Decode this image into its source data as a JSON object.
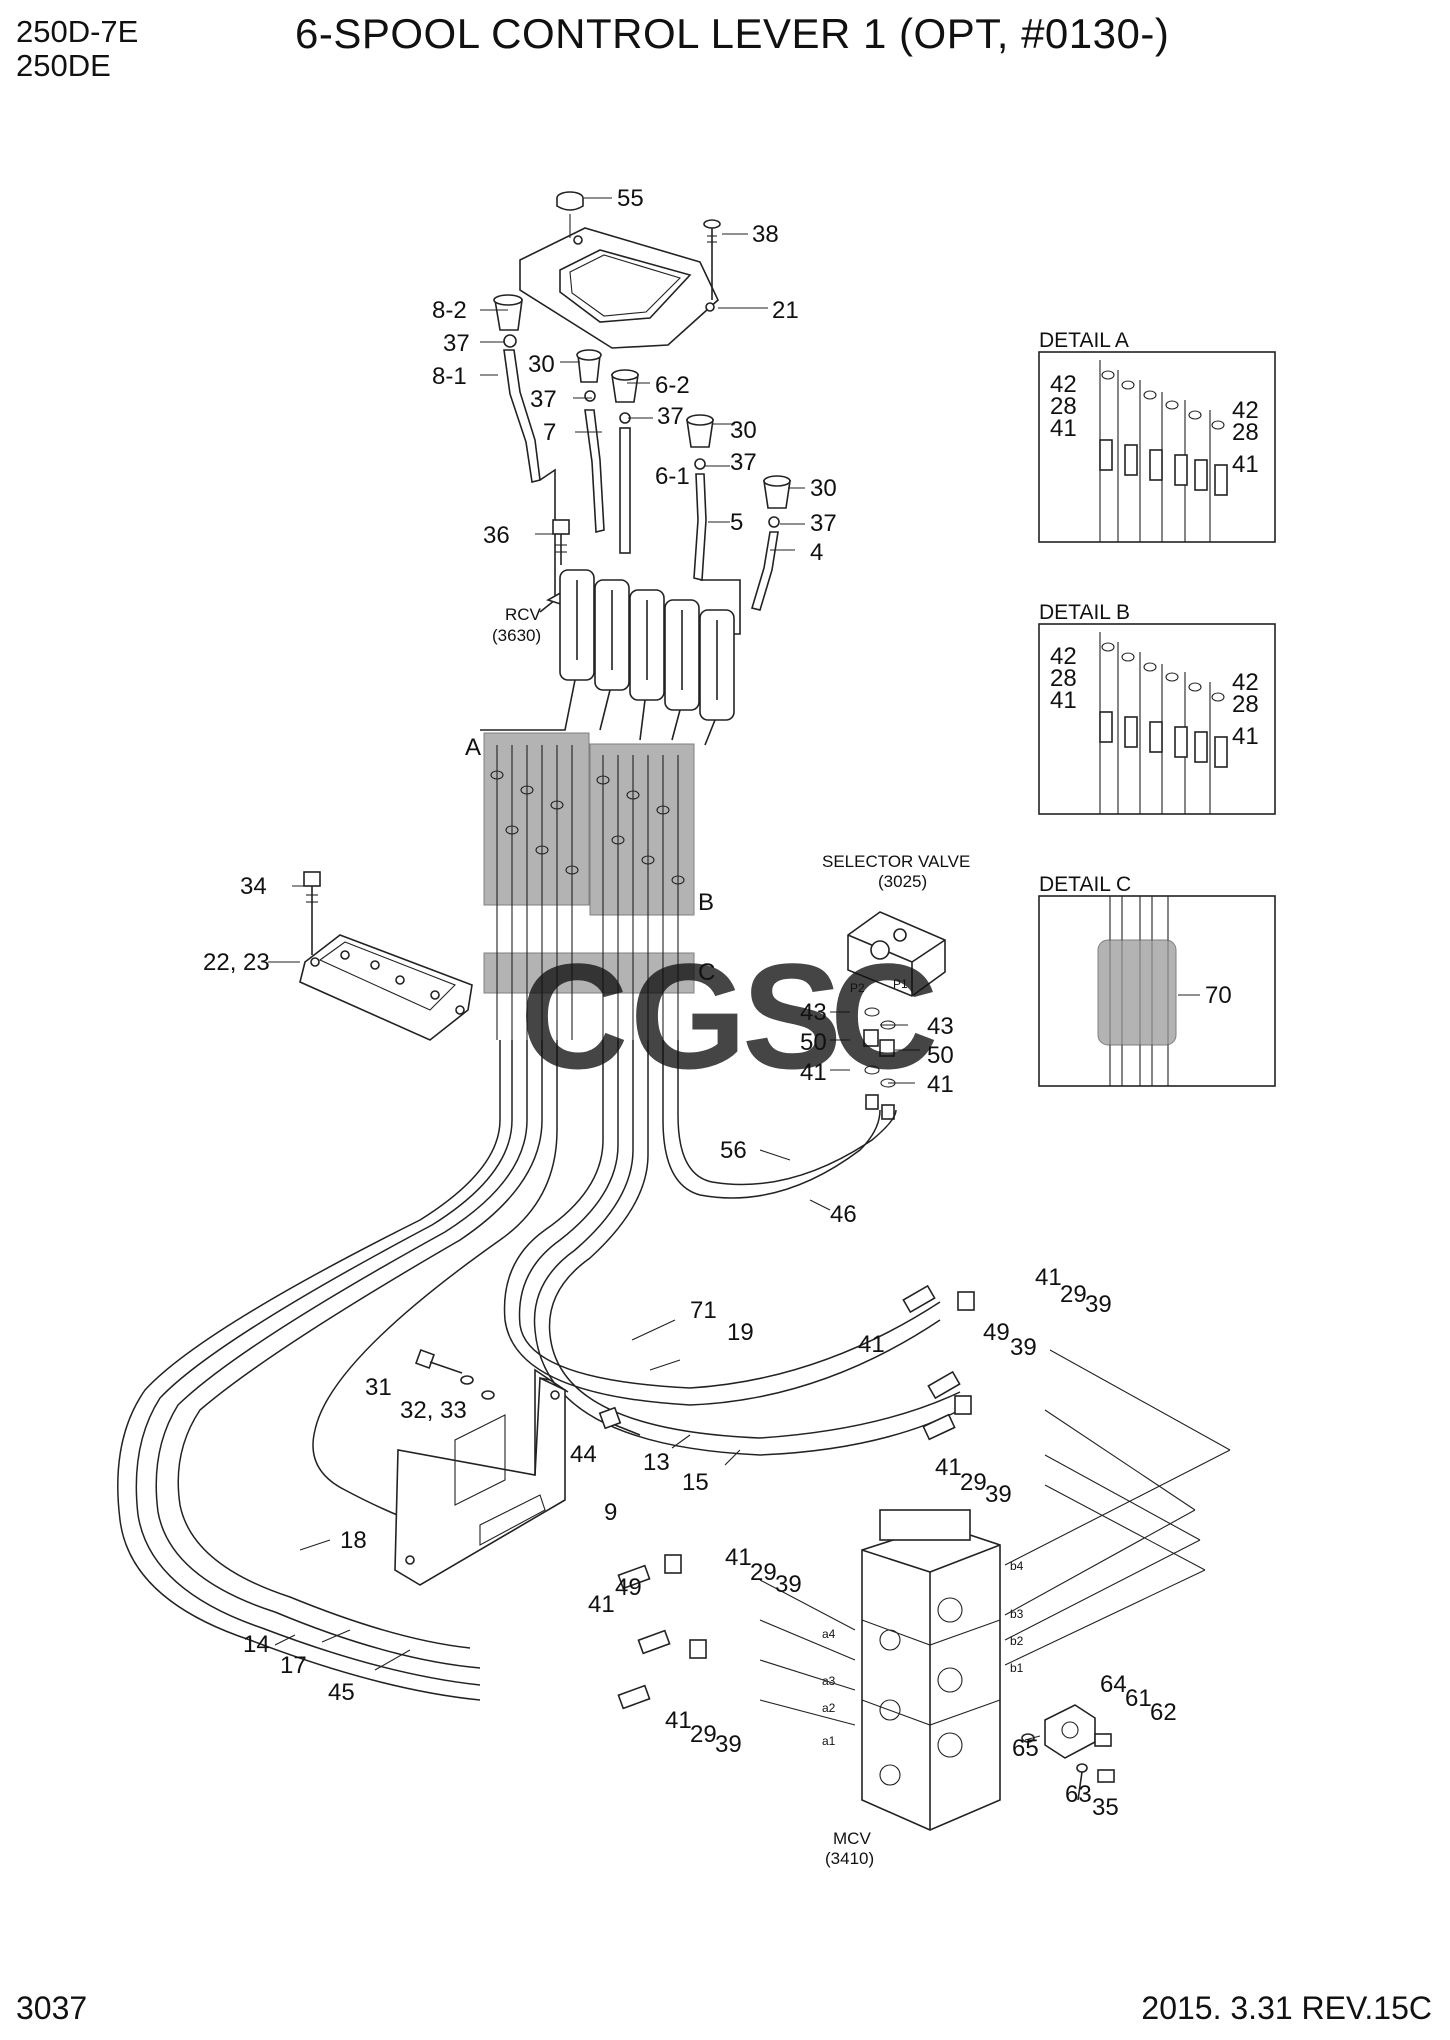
{
  "header": {
    "model_line_1": "250D-7E",
    "model_line_2": "250DE",
    "title": "6-SPOOL CONTROL LEVER 1 (OPT, #0130-)"
  },
  "footer": {
    "page_number": "3037",
    "date_revision": "2015. 3.31  REV.15C"
  },
  "components": {
    "rcv": {
      "name": "RCV",
      "code": "(3630)"
    },
    "selector_valve": {
      "name": "SELECTOR VALVE",
      "code": "(3025)"
    },
    "mcv": {
      "name": "MCV",
      "code": "(3410)"
    }
  },
  "details": {
    "a": {
      "title": "DETAIL A"
    },
    "b": {
      "title": "DETAIL B"
    },
    "c": {
      "title": "DETAIL C"
    }
  },
  "zone_markers": {
    "a": "A",
    "b": "B",
    "c": "C"
  },
  "port_labels": [
    "P2",
    "P1",
    "a1",
    "a2",
    "a3",
    "a4",
    "b1",
    "b2",
    "b3",
    "b4"
  ],
  "callouts": {
    "c55": "55",
    "c38": "38",
    "c21": "21",
    "c8_2": "8-2",
    "c37a": "37",
    "c8_1": "8-1",
    "c30a": "30",
    "c6_2": "6-2",
    "c37b": "37",
    "c7": "7",
    "c37c": "37",
    "c30b": "30",
    "c37d": "37",
    "c6_1": "6-1",
    "c30c": "30",
    "c5": "5",
    "c37e": "37",
    "c4": "4",
    "c36": "36",
    "c34": "34",
    "c22_23": "22, 23",
    "c43a": "43",
    "c43b": "43",
    "c50a": "50",
    "c50b": "50",
    "c41a": "41",
    "c41b": "41",
    "c56": "56",
    "c46": "46",
    "c41c": "41",
    "c29a": "29",
    "c39a": "39",
    "c49a": "49",
    "c39b": "39",
    "c41d": "41",
    "c71": "71",
    "c19": "19",
    "c13": "13",
    "c15": "15",
    "c41e": "41",
    "c29b": "29",
    "c39c": "39",
    "c31": "31",
    "c32_33": "32, 33",
    "c44": "44",
    "c9": "9",
    "c18": "18",
    "c14": "14",
    "c17": "17",
    "c45": "45",
    "c41f": "41",
    "c29c": "29",
    "c39d": "39",
    "c41g": "41",
    "c49b": "49",
    "c41h": "41",
    "c29d": "29",
    "c39e": "39",
    "c64": "64",
    "c61": "61",
    "c62": "62",
    "c65": "65",
    "c63": "63",
    "c35": "35",
    "dA42a": "42",
    "dA28a": "28",
    "dA41a": "41",
    "dA42b": "42",
    "dA28b": "28",
    "dA41b": "41",
    "dB42a": "42",
    "dB28a": "28",
    "dB41a": "41",
    "dB42b": "42",
    "dB28b": "28",
    "dB41b": "41",
    "dC70": "70"
  },
  "watermark": "CGSC",
  "watermark_colors": [
    "#4a7fe0",
    "#e8605a",
    "#f2c230",
    "#3cb878"
  ]
}
